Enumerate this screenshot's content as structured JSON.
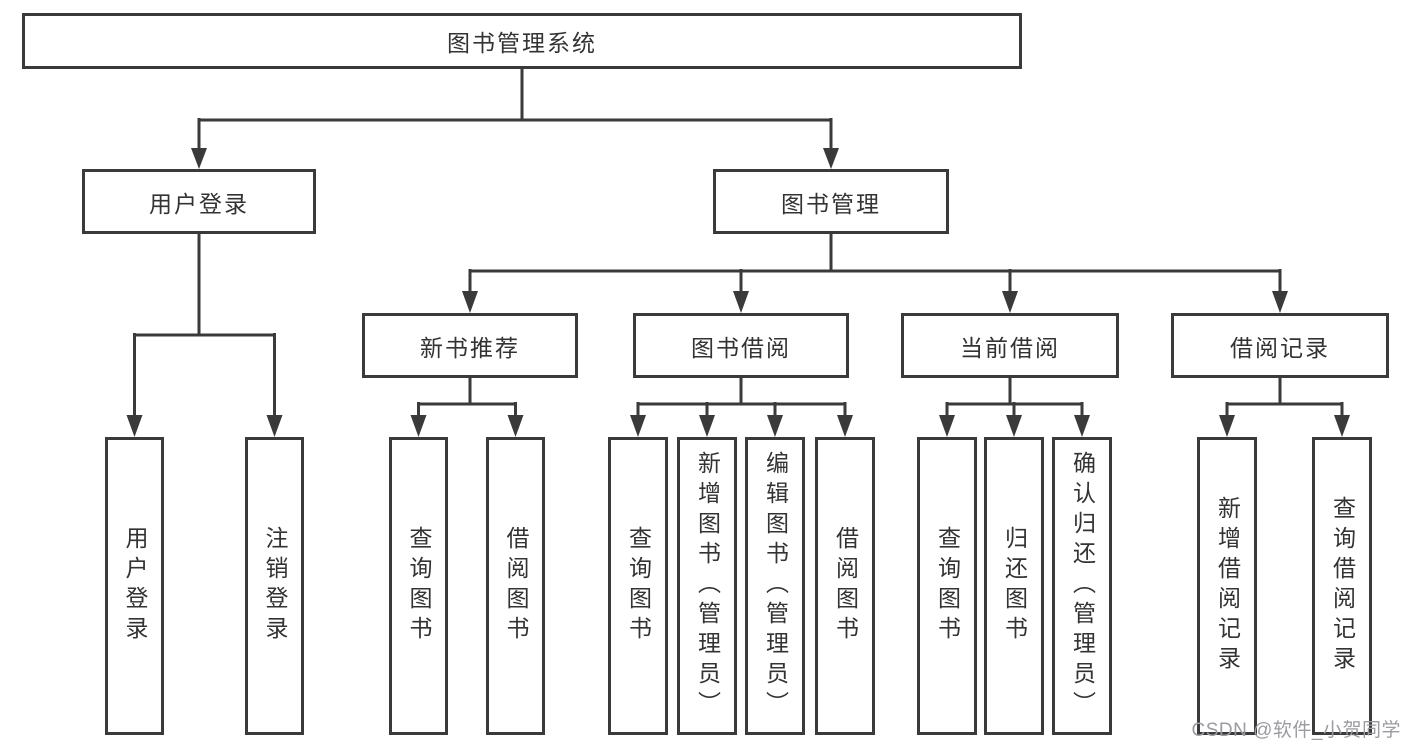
{
  "diagram": {
    "tree": {
      "label": "图书管理系统",
      "children": [
        {
          "label": "用户登录",
          "children": [
            {
              "label": "用户登录"
            },
            {
              "label": "注销登录"
            }
          ]
        },
        {
          "label": "图书管理",
          "children": [
            {
              "label": "新书推荐",
              "children": [
                {
                  "label": "查询图书"
                },
                {
                  "label": "借阅图书"
                }
              ]
            },
            {
              "label": "图书借阅",
              "children": [
                {
                  "label": "查询图书"
                },
                {
                  "label": "新增图书（管理员）"
                },
                {
                  "label": "编辑图书（管理员）"
                },
                {
                  "label": "借阅图书"
                }
              ]
            },
            {
              "label": "当前借阅",
              "children": [
                {
                  "label": "查询图书"
                },
                {
                  "label": "归还图书"
                },
                {
                  "label": "确认归还（管理员）"
                }
              ]
            },
            {
              "label": "借阅记录",
              "children": [
                {
                  "label": "新增借阅记录"
                },
                {
                  "label": "查询借阅记录"
                }
              ]
            }
          ]
        }
      ]
    }
  },
  "watermark": {
    "text": "CSDN @软件_小贺同学"
  },
  "colors": {
    "line": "#3a3a3a",
    "text": "#333333",
    "watermark": "#9b9ba3",
    "background": "#ffffff"
  }
}
